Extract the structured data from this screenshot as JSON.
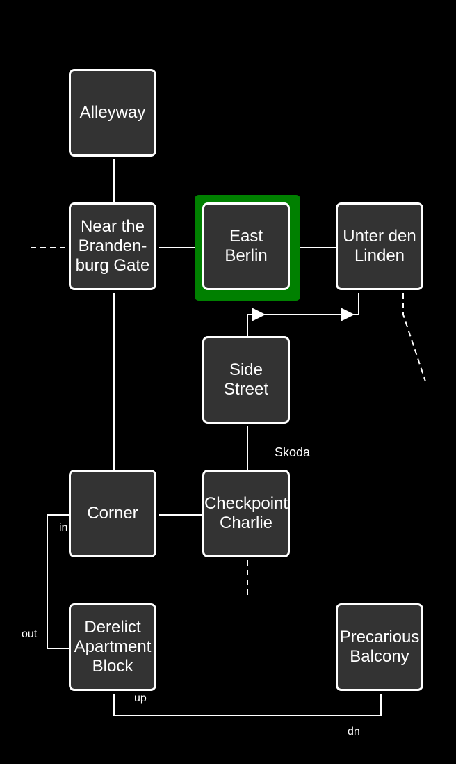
{
  "map": {
    "current_room": "East Berlin",
    "current_color": "#008000",
    "rooms": {
      "alleyway": "Alleyway",
      "brandenburg": "Near the\nBranden-\nburg Gate",
      "east_berlin": "East\nBerlin",
      "unter_den_linden": "Unter den\nLinden",
      "side_street": "Side\nStreet",
      "corner": "Corner",
      "checkpoint_charlie": "Checkpoint\nCharlie",
      "derelict": "Derelict\nApartment\nBlock",
      "balcony": "Precarious\nBalcony"
    },
    "exit_labels": {
      "skoda": "Skoda",
      "in": "in",
      "out": "out",
      "up": "up",
      "dn": "dn"
    }
  }
}
